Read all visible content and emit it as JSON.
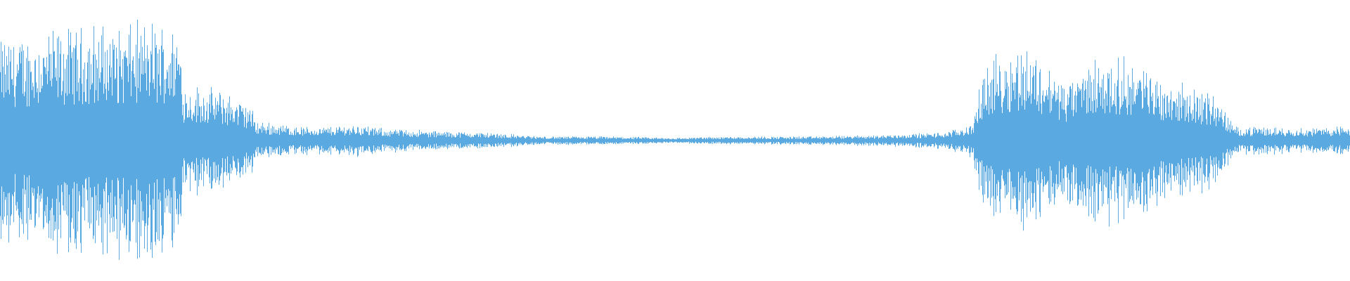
{
  "waveform": {
    "color": "#5aa9e0",
    "background": "#ffffff",
    "envelope": [
      {
        "t": 0.0,
        "a": 0.74
      },
      {
        "t": 0.04,
        "a": 0.8
      },
      {
        "t": 0.08,
        "a": 0.84
      },
      {
        "t": 0.11,
        "a": 0.86
      },
      {
        "t": 0.133,
        "a": 0.82
      },
      {
        "t": 0.136,
        "a": 0.4
      },
      {
        "t": 0.165,
        "a": 0.36
      },
      {
        "t": 0.185,
        "a": 0.26
      },
      {
        "t": 0.19,
        "a": 0.14
      },
      {
        "t": 0.225,
        "a": 0.1
      },
      {
        "t": 0.24,
        "a": 0.1
      },
      {
        "t": 0.265,
        "a": 0.12
      },
      {
        "t": 0.28,
        "a": 0.09
      },
      {
        "t": 0.32,
        "a": 0.07
      },
      {
        "t": 0.36,
        "a": 0.06
      },
      {
        "t": 0.4,
        "a": 0.03
      },
      {
        "t": 0.45,
        "a": 0.03
      },
      {
        "t": 0.5,
        "a": 0.02
      },
      {
        "t": 0.54,
        "a": 0.03
      },
      {
        "t": 0.6,
        "a": 0.03
      },
      {
        "t": 0.65,
        "a": 0.04
      },
      {
        "t": 0.7,
        "a": 0.06
      },
      {
        "t": 0.72,
        "a": 0.12
      },
      {
        "t": 0.73,
        "a": 0.56
      },
      {
        "t": 0.76,
        "a": 0.7
      },
      {
        "t": 0.79,
        "a": 0.42
      },
      {
        "t": 0.81,
        "a": 0.6
      },
      {
        "t": 0.84,
        "a": 0.58
      },
      {
        "t": 0.865,
        "a": 0.44
      },
      {
        "t": 0.9,
        "a": 0.34
      },
      {
        "t": 0.915,
        "a": 0.1
      },
      {
        "t": 0.94,
        "a": 0.1
      },
      {
        "t": 0.97,
        "a": 0.09
      },
      {
        "t": 1.0,
        "a": 0.11
      }
    ]
  }
}
